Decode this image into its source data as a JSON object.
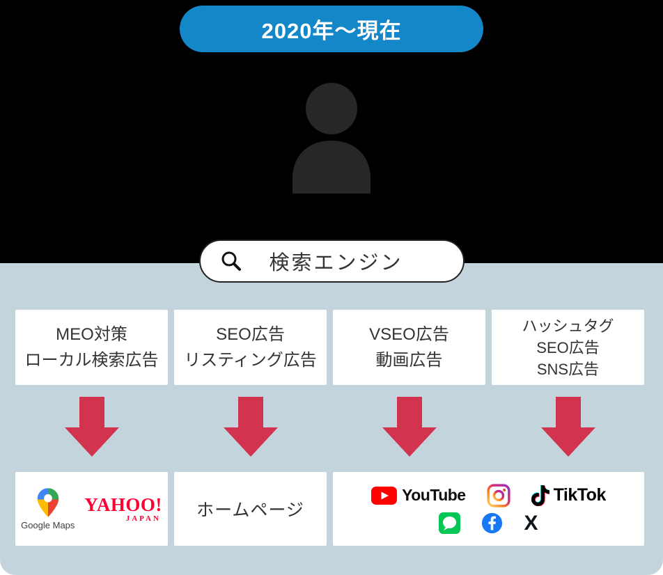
{
  "banner": {
    "label": "2020年〜現在"
  },
  "search": {
    "label": "検索エンジン"
  },
  "tactics": [
    {
      "lines": [
        "MEO対策",
        "ローカル検索広告"
      ]
    },
    {
      "lines": [
        "SEO広告",
        "リスティング広告"
      ]
    },
    {
      "lines": [
        "VSEO広告",
        "動画広告"
      ]
    },
    {
      "lines": [
        "ハッシュタグ",
        "SEO広告",
        "SNS広告"
      ]
    }
  ],
  "destinations": {
    "maps": {
      "google_maps": "Google Maps",
      "yahoo": "YAHOO!",
      "yahoo_sub": "JAPAN"
    },
    "homepage": {
      "label": "ホームページ"
    },
    "sns": {
      "youtube": "YouTube",
      "tiktok": "TikTok",
      "x": "X"
    }
  },
  "icons": {
    "search": "magnifier-icon",
    "person": "person-silhouette-icon",
    "google_maps": "google-maps-pin-icon",
    "youtube": "youtube-play-icon",
    "instagram": "instagram-icon",
    "tiktok": "tiktok-note-icon",
    "line": "line-icon",
    "facebook": "facebook-icon",
    "x": "x-icon"
  },
  "colors": {
    "top_background": "#000000",
    "section_background": "#c3d4dd",
    "banner_blue": "#1487c8",
    "arrow_red": "#d23450",
    "youtube_red": "#ff0000",
    "facebook_blue": "#1877f2",
    "line_green": "#06c755",
    "yahoo_red": "#ff0033"
  }
}
